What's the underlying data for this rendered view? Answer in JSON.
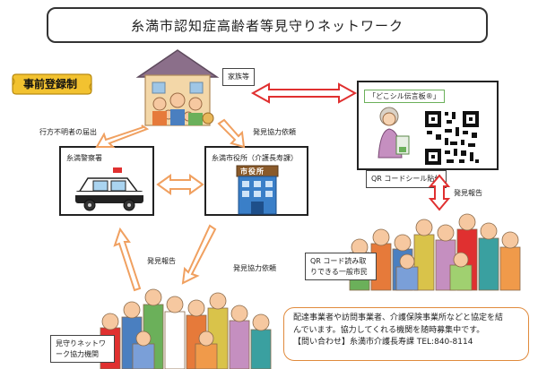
{
  "title": "糸満市認知症高齢者等見守りネットワーク",
  "badge": "事前登録制",
  "family_label": "家族等",
  "police_label": "糸満警察署",
  "cityhall_label": "糸満市役所（介護長寿課）",
  "cityhall_sign": "市役所",
  "qr_card_label": "「どこシル伝言板®」",
  "qr_sticker_label": "QR コードシール貼付",
  "missing_report_label": "行方不明者の届出",
  "request_label_top": "発見協力依頼",
  "discovery_report_right": "発見報告",
  "citizens_label": "QR コード読み取りできる一般市民",
  "discovery_report_bottom": "発見報告",
  "request_label_bottom": "発見協力依頼",
  "network_label": "見守りネットワーク協力機関",
  "info_line1": "配達事業者や訪問事業者、介護保険事業所などと協定を結",
  "info_line2": "んでいます。協力してくれる機関を随時募集中です。",
  "info_line3": "【問い合わせ】糸満市介護長寿課 TEL:840-8114",
  "colors": {
    "arrow_red": "#e03030",
    "arrow_orange": "#f0a060",
    "badge_gold": "#f2c230",
    "info_border": "#e08a3c",
    "building_blue": "#3a7fc8"
  }
}
